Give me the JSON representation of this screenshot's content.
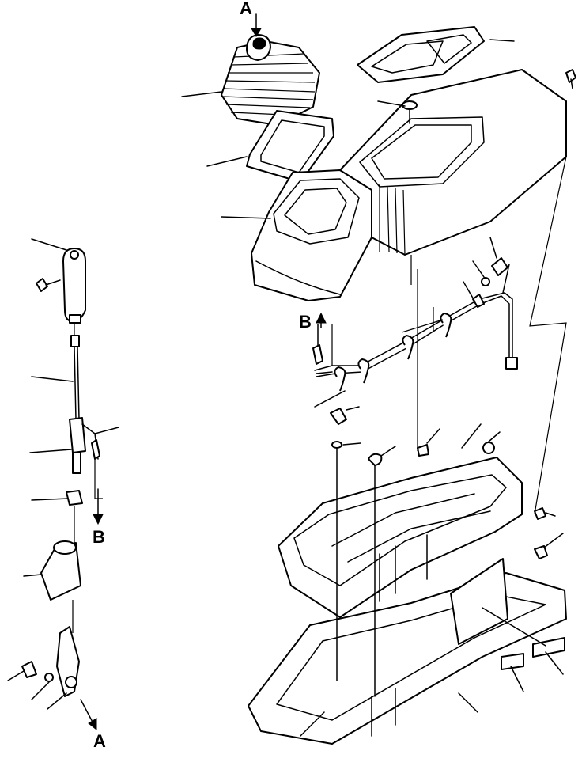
{
  "labels": {
    "top_a": "A",
    "left_b": "B",
    "mid_b": "B",
    "bottom_a": "A"
  }
}
